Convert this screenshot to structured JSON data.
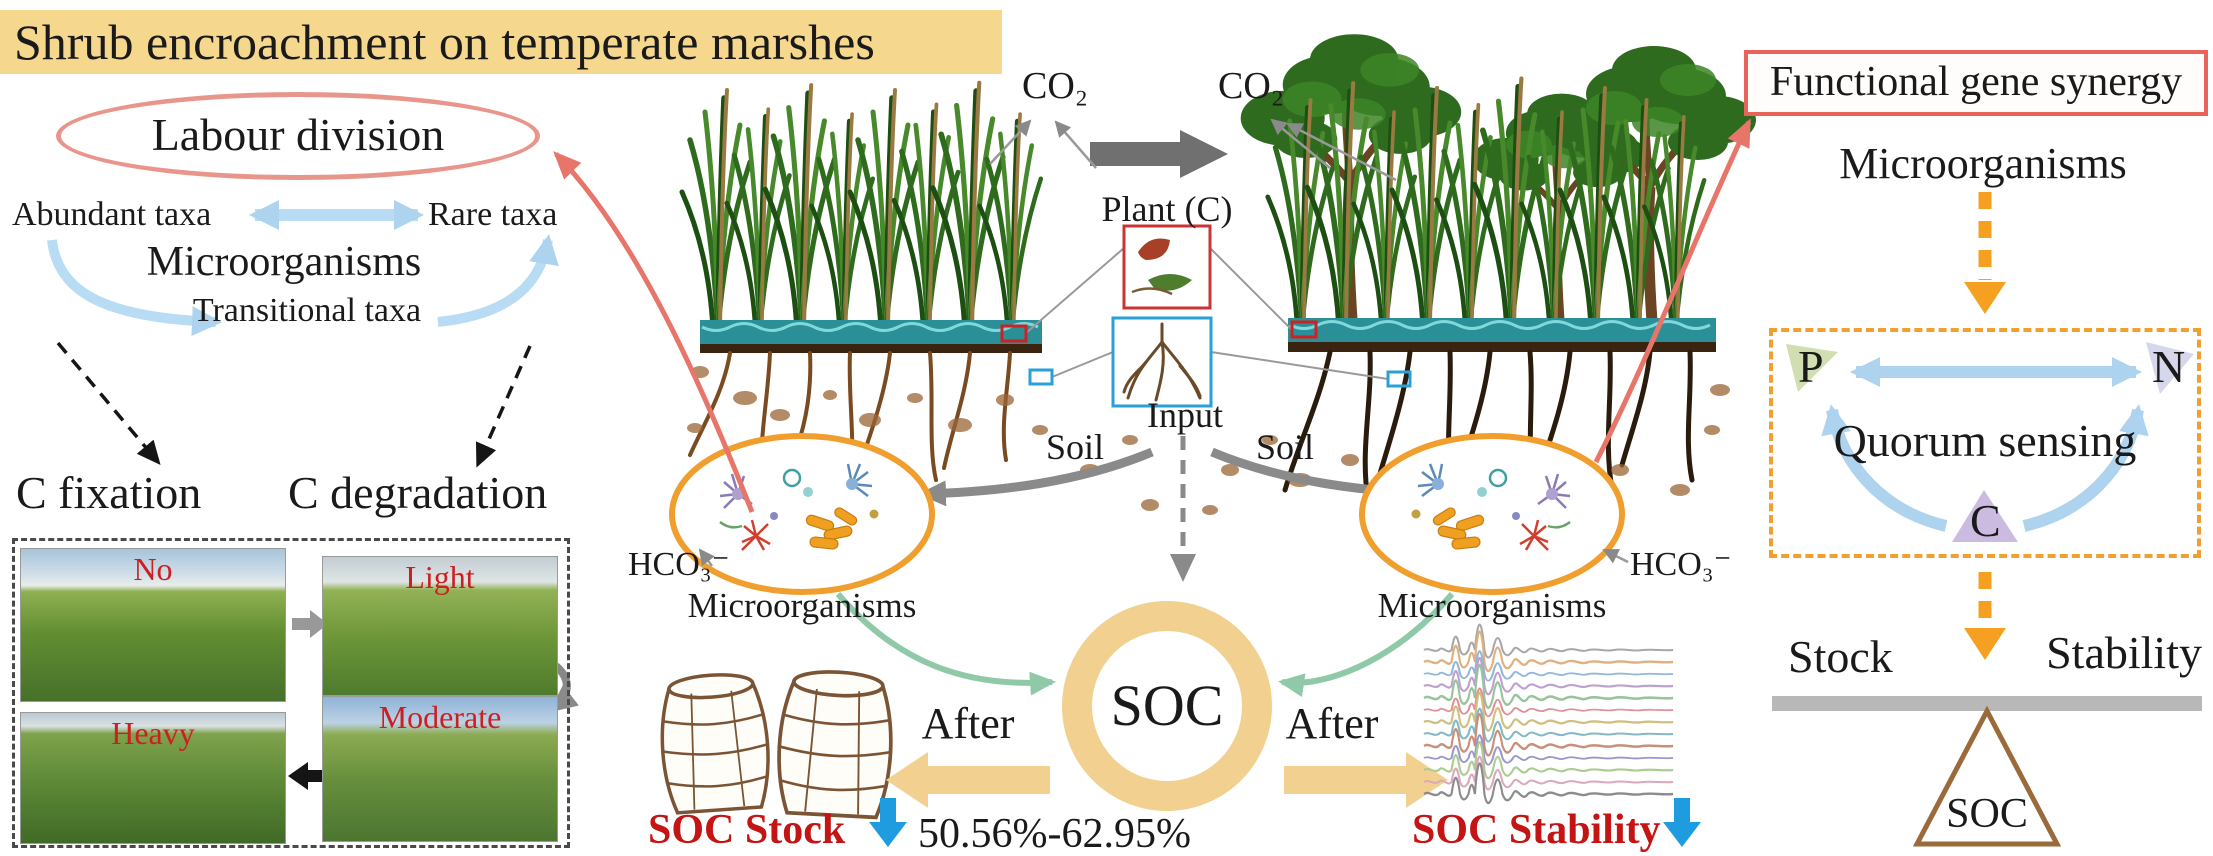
{
  "banner": {
    "title": "Shrub encroachment on temperate marshes"
  },
  "left_panel": {
    "labour_division": "Labour division",
    "abundant_taxa": "Abundant taxa",
    "rare_taxa": "Rare taxa",
    "microorganisms": "Microorganisms",
    "transitional_taxa": "Transitional taxa",
    "c_fixation": "C fixation",
    "c_degradation": "C degradation",
    "photos": {
      "no": "No",
      "light": "Light",
      "heavy": "Heavy",
      "moderate": "Moderate"
    }
  },
  "center_panel": {
    "co2_left": "CO₂",
    "co2_right": "CO₂",
    "plant_c": "Plant (C)",
    "input": "Input",
    "soil_left": "Soil",
    "soil_right": "Soil",
    "hco3_left": "HCO₃⁻",
    "hco3_right": "HCO₃⁻",
    "microorganisms_left": "Microorganisms",
    "microorganisms_right": "Microorganisms",
    "soc": "SOC",
    "after_left": "After",
    "after_right": "After",
    "soc_stock": "SOC Stock",
    "reduction_range": "50.56%-62.95%",
    "soc_stability": "SOC Stability"
  },
  "right_panel": {
    "functional_gene_synergy": "Functional gene synergy",
    "microorganisms": "Microorganisms",
    "node_p": "P",
    "node_n": "N",
    "node_c": "C",
    "quorum_sensing": "Quorum sensing",
    "stock": "Stock",
    "stability": "Stability",
    "soc_triangle": "SOC"
  },
  "colors": {
    "banner_bg": "#f5d78e",
    "salmon_accent": "#e8756a",
    "red_text": "#c41414",
    "orange_accent": "#f09f2e",
    "tan_accent": "#f2d190",
    "light_blue": "#aed3ee",
    "green_arrow": "#8fc9a8",
    "blue_indicator": "#1f9ce0",
    "gray_arrow": "#8a8a8a",
    "brown": "#9a6a3a"
  }
}
